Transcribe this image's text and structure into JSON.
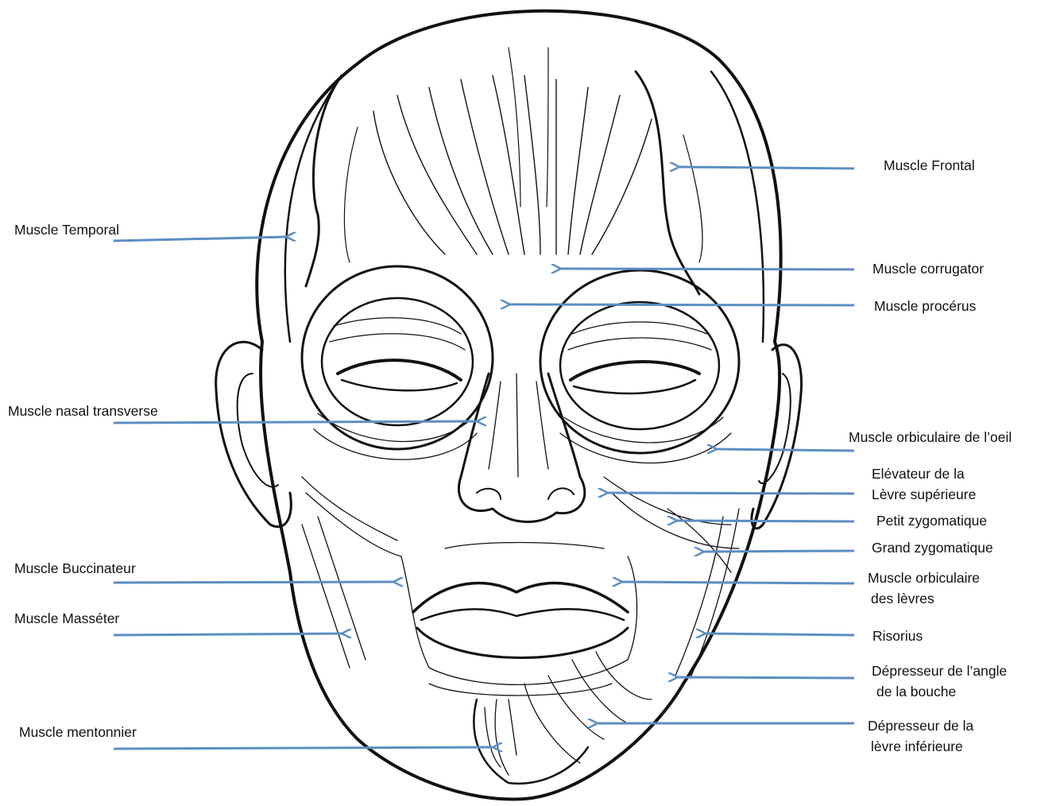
{
  "labels": {
    "frontal": "Muscle Frontal",
    "temporal": "Muscle Temporal",
    "corrugator": "Muscle corrugator",
    "procerus": "Muscle procérus",
    "nasal": "Muscle nasal transverse",
    "orbiculaire_oeil": "Muscle orbiculaire de l’oeil",
    "elevateur_1": "Elévateur de la",
    "elevateur_2": "Lèvre supérieure",
    "petit_zygo": "Petit zygomatique",
    "grand_zygo": "Grand zygomatique",
    "buccinateur": "Muscle Buccinateur",
    "orbiculaire_levres_1": "Muscle orbiculaire",
    "orbiculaire_levres_2": "des lèvres",
    "masseter": "Muscle Masséter",
    "risorius": "Risorius",
    "depresseur_angle_1": "Dépresseur de l’angle",
    "depresseur_angle_2": "de la bouche",
    "mentonnier": "Muscle mentonnier",
    "depresseur_levre_1": "Dépresseur de la",
    "depresseur_levre_2": "lèvre inférieure"
  },
  "colors": {
    "arrow": "#5b8ec4",
    "ink": "#111111"
  }
}
